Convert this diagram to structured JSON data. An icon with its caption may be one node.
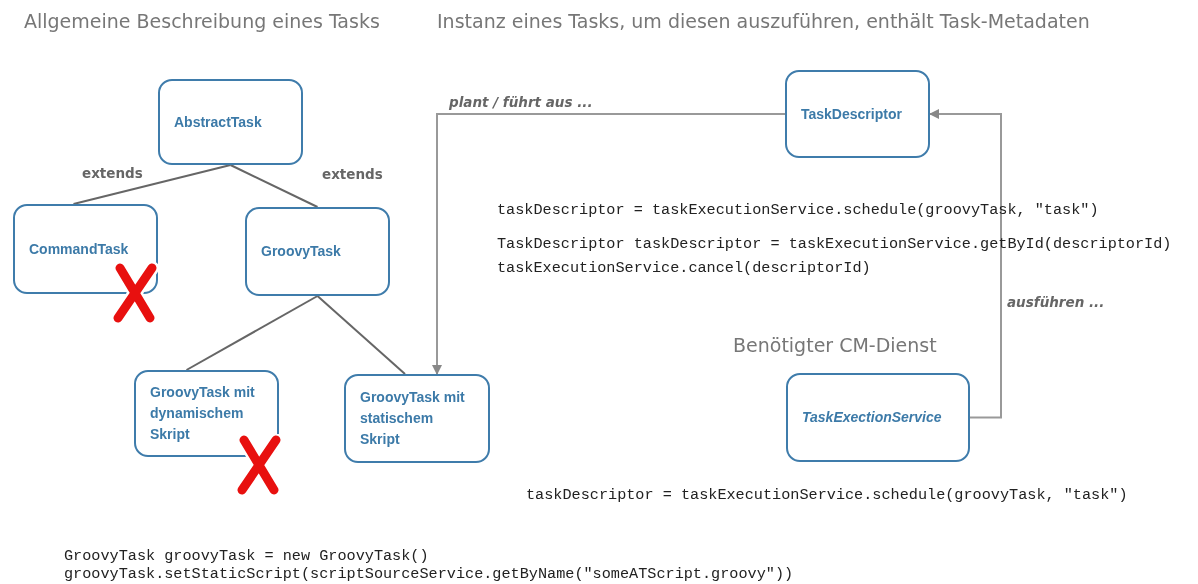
{
  "diagram": {
    "nodes": [
      {
        "text": [
          "AbstractTask"
        ]
      },
      {
        "text": [
          "CommandTask"
        ]
      },
      {
        "text": [
          "GroovyTask"
        ]
      },
      {
        "text": [
          "GroovyTask mit dynamischem Skript"
        ]
      },
      {
        "text": [
          "GroovyTask mit statischem Skript"
        ]
      },
      {
        "text": [
          "TaskDescriptor"
        ]
      },
      {
        "text": [
          "TaskExectionService"
        ]
      }
    ],
    "edges": [
      {
        "from": 0,
        "to": 1,
        "arrow": "none",
        "label": "extends"
      },
      {
        "from": 0,
        "to": 2,
        "arrow": "none",
        "label": "extends"
      },
      {
        "from": 2,
        "to": 3,
        "arrow": "none"
      },
      {
        "from": 2,
        "to": 4,
        "arrow": "none"
      },
      {
        "from": 5,
        "to": 4,
        "arrow": "to",
        "label": "plant / führt aus  ..."
      },
      {
        "from": 6,
        "to": 5,
        "arrow": "to",
        "label": "ausführen ..."
      }
    ],
    "labels": [
      "Allgemeine Beschreibung eines Tasks",
      "Instanz eines Tasks, um diesen auszuführen, enthält Task-Metadaten",
      "taskDescriptor = taskExecutionService.schedule(groovyTask, \"task\")",
      "TaskDescriptor taskDescriptor = taskExecutionService.getById(descriptorId)",
      "taskExecutionService.cancel(descriptorId)",
      "Benötigter CM-Dienst",
      "taskDescriptor = taskExecutionService.schedule(groovyTask, \"task\")",
      "GroovyTask groovyTask = new GroovyTask()",
      "groovyTask.setStaticScript(scriptSourceService.getByName(\"someATScript.groovy\"))"
    ]
  }
}
